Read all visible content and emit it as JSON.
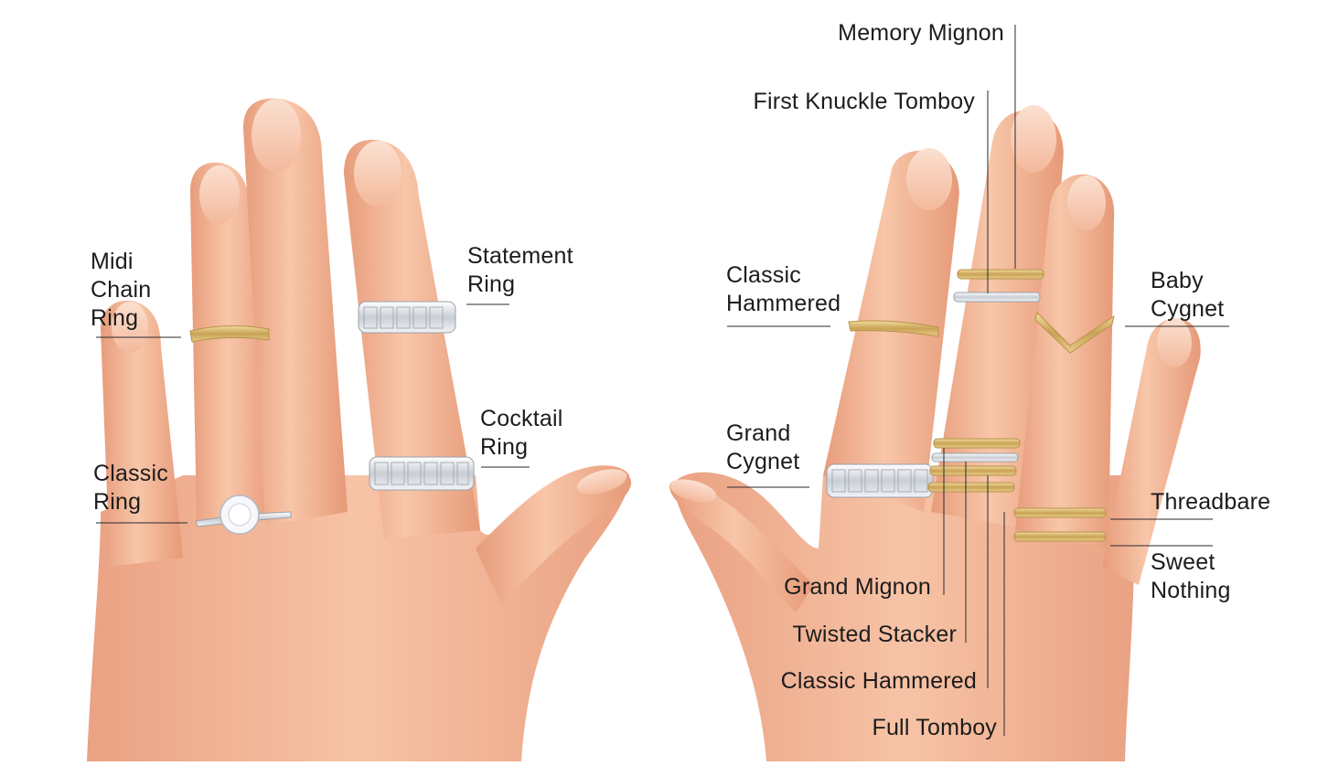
{
  "colors": {
    "skin": "#f2b89a",
    "skin_shadow": "#e59e7c",
    "nail": "#f6c9b0",
    "gold": "#d7b46a",
    "silver": "#e3e6ea",
    "leader_line": "#2a2a2a"
  },
  "left_hand": {
    "labels": {
      "midi_chain_ring": "Midi\nChain\nRing",
      "classic_ring": "Classic\nRing",
      "statement_ring": "Statement\nRing",
      "cocktail_ring": "Cocktail\nRing"
    }
  },
  "right_hand": {
    "labels": {
      "memory_mignon": "Memory Mignon",
      "first_knuckle_tomboy": "First Knuckle Tomboy",
      "classic_hammered_top": "Classic\nHammered",
      "baby_cygnet": "Baby\nCygnet",
      "grand_cygnet": "Grand\nCygnet",
      "threadbare": "Threadbare",
      "sweet_nothing": "Sweet\nNothing",
      "grand_mignon": "Grand Mignon",
      "twisted_stacker": "Twisted Stacker",
      "classic_hammered_bottom": "Classic Hammered",
      "full_tomboy": "Full Tomboy"
    }
  }
}
